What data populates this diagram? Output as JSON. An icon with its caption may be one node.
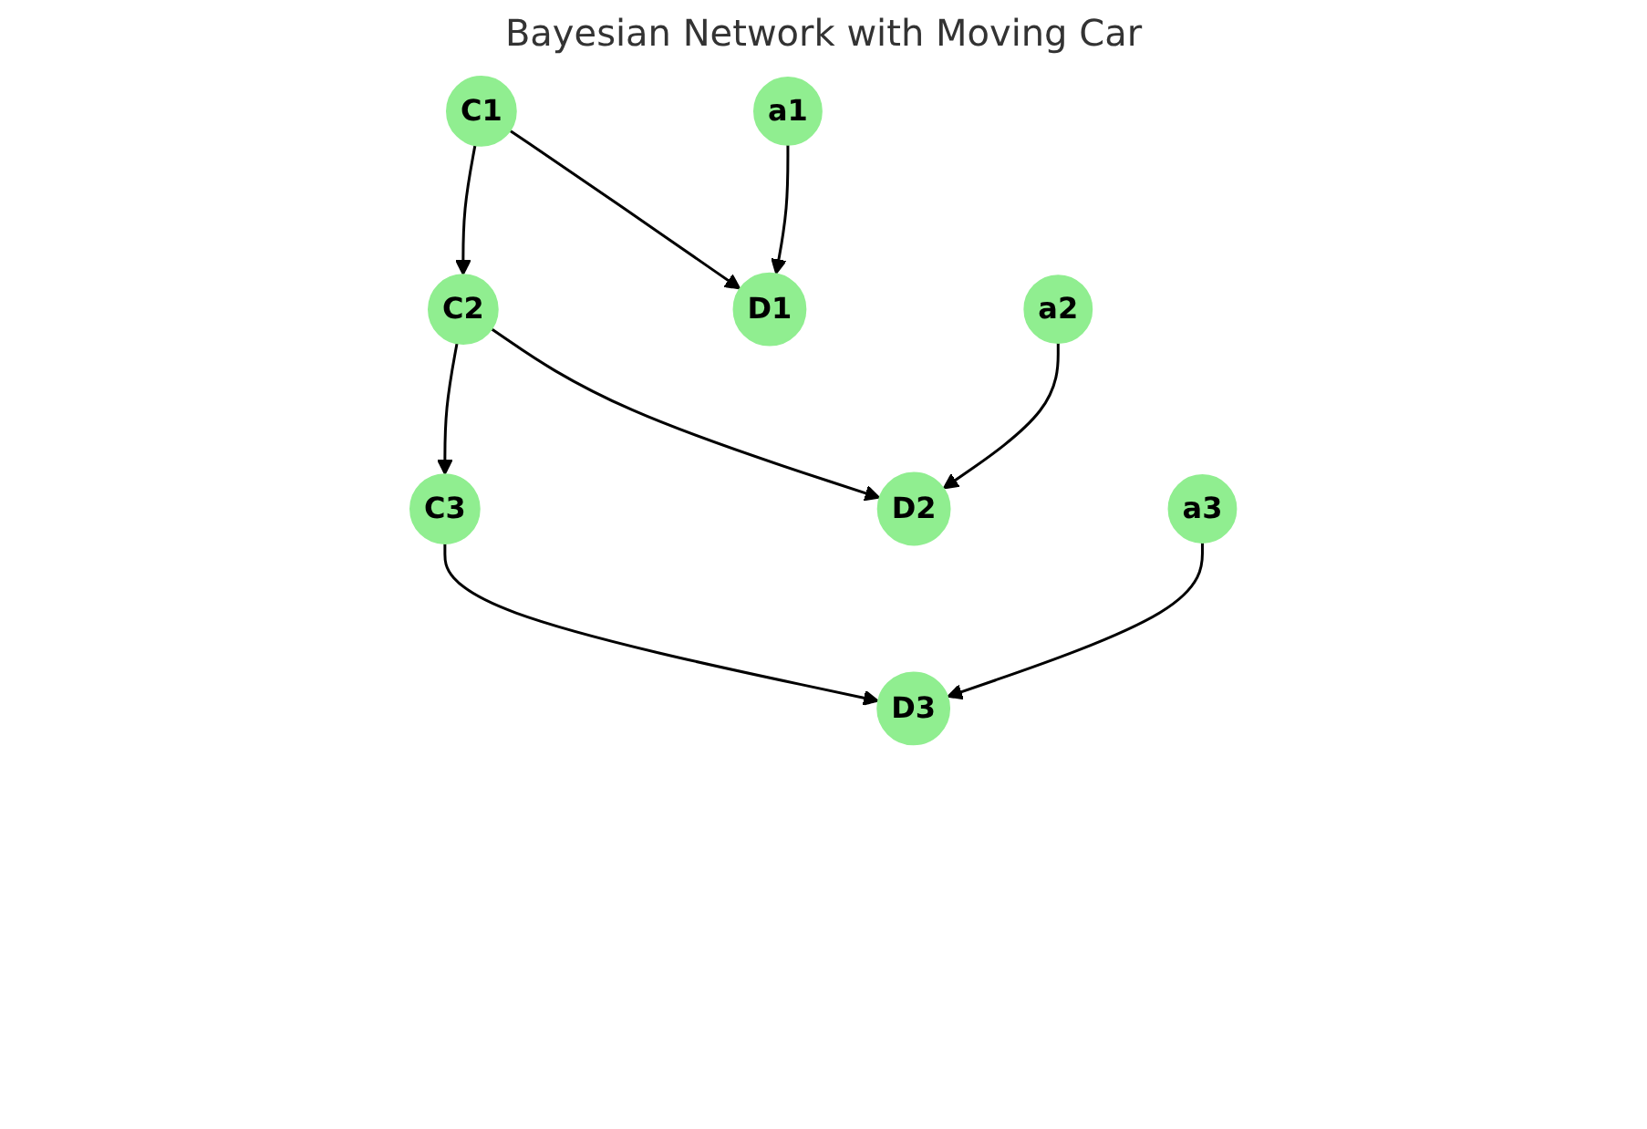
{
  "diagram": {
    "title": "Bayesian Network with Moving Car",
    "nodes": [
      {
        "text": [
          "C1"
        ]
      },
      {
        "text": [
          "C2"
        ]
      },
      {
        "text": [
          "C3"
        ]
      },
      {
        "text": [
          "D1"
        ]
      },
      {
        "text": [
          "D2"
        ]
      },
      {
        "text": [
          "D3"
        ]
      },
      {
        "text": [
          "a1"
        ]
      },
      {
        "text": [
          "a2"
        ]
      },
      {
        "text": [
          "a3"
        ]
      }
    ],
    "edges": [
      {
        "from": 0,
        "to": 1,
        "arrow": "to"
      },
      {
        "from": 1,
        "to": 2,
        "arrow": "to"
      },
      {
        "from": 0,
        "to": 3,
        "arrow": "to"
      },
      {
        "from": 1,
        "to": 4,
        "arrow": "to"
      },
      {
        "from": 2,
        "to": 5,
        "arrow": "to"
      },
      {
        "from": 6,
        "to": 3,
        "arrow": "to"
      },
      {
        "from": 7,
        "to": 4,
        "arrow": "to"
      },
      {
        "from": 8,
        "to": 5,
        "arrow": "to"
      }
    ]
  }
}
